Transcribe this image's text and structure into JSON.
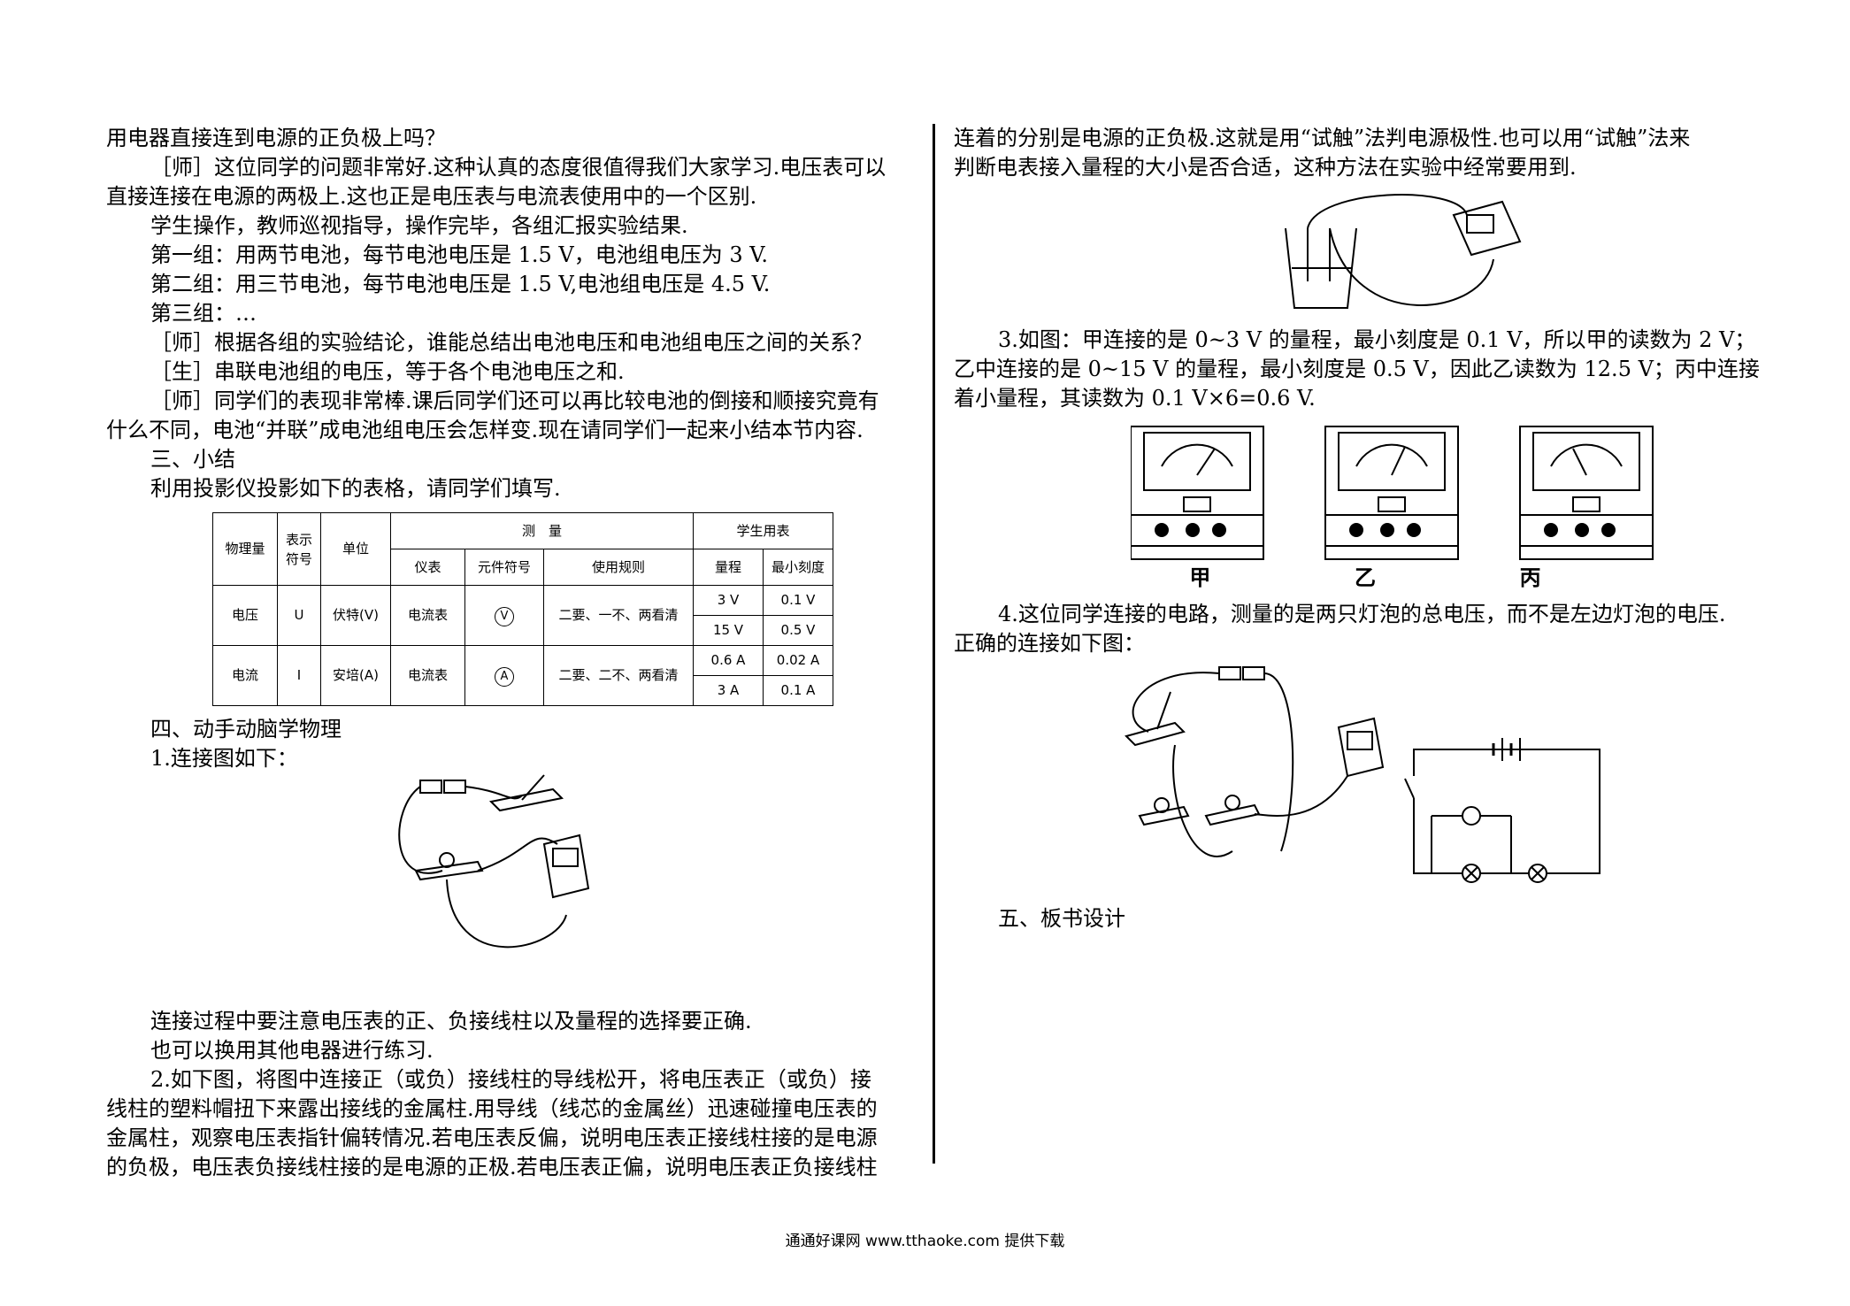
{
  "left": {
    "lines": [
      "用电器直接连到电源的正负极上吗？",
      "［师］这位同学的问题非常好.这种认真的态度很值得我们大家学习.电压表可以",
      "直接连接在电源的两极上.这也正是电压表与电流表使用中的一个区别.",
      "学生操作，教师巡视指导，操作完毕，各组汇报实验结果.",
      "第一组：用两节电池，每节电池电压是 1.5 V，电池组电压为 3 V.",
      "第二组：用三节电池，每节电池电压是 1.5 V,电池组电压是 4.5 V.",
      "第三组：…",
      "［师］根据各组的实验结论，谁能总结出电池电压和电池组电压之间的关系？",
      "［生］串联电池组的电压，等于各个电池电压之和.",
      "［师］同学们的表现非常棒.课后同学们还可以再比较电池的倒接和顺接究竟有",
      "什么不同，电池“并联”成电池组电压会怎样变.现在请同学们一起来小结本节内容.",
      "三、小结",
      "利用投影仪投影如下的表格，请同学们填写."
    ],
    "table": {
      "h_quantity": "物理量",
      "h_symbol": "表示符号",
      "h_unit": "单位",
      "h_measure": "测　量",
      "h_student_meter": "学生用表",
      "h_instrument": "仪表",
      "h_component_symbol": "元件符号",
      "h_rules": "使用规则",
      "h_range": "量程",
      "h_min_division": "最小刻度",
      "rows": [
        {
          "quantity": "电压",
          "symbol": "U",
          "unit": "伏特(V)",
          "instrument": "电流表",
          "component": "V",
          "rules": "二要、一不、两看清",
          "ranges": [
            [
              "3 V",
              "0.1 V"
            ],
            [
              "15 V",
              "0.5 V"
            ]
          ]
        },
        {
          "quantity": "电流",
          "symbol": "I",
          "unit": "安培(A)",
          "instrument": "电流表",
          "component": "A",
          "rules": "二要、二不、两看清",
          "ranges": [
            [
              "0.6 A",
              "0.02 A"
            ],
            [
              "3 A",
              "0.1 A"
            ]
          ]
        }
      ]
    },
    "section4": "四、动手动脑学物理",
    "item1": "1.连接图如下：",
    "after_fig": [
      "连接过程中要注意电压表的正、负接线柱以及量程的选择要正确.",
      "也可以换用其他电器进行练习.",
      "2.如下图，将图中连接正（或负）接线柱的导线松开，将电压表正（或负）接",
      "线柱的塑料帽扭下来露出接线的金属柱.用导线（线芯的金属丝）迅速碰撞电压表的",
      "金属柱，观察电压表指针偏转情况.若电压表反偏，说明电压表正接线柱接的是电源",
      "的负极，电压表负接线柱接的是电源的正极.若电压表正偏，说明电压表正负接线柱"
    ]
  },
  "right": {
    "top_lines": [
      "连着的分别是电源的正负极.这就是用“试触”法判电源极性.也可以用“试触”法来",
      "判断电表接入量程的大小是否合适，这种方法在实验中经常要用到."
    ],
    "item3": [
      "3.如图：甲连接的是 0~3 V 的量程，最小刻度是 0.1 V，所以甲的读数为 2 V；",
      "乙中连接的是 0~15 V 的量程，最小刻度是 0.5 V，因此乙读数为 12.5 V；丙中连接",
      "着小量程，其读数为 0.1 V×6=0.6 V."
    ],
    "meter_labels": [
      "甲",
      "乙",
      "丙"
    ],
    "item4": [
      "4.这位同学连接的电路，测量的是两只灯泡的总电压，而不是左边灯泡的电压.",
      "正确的连接如下图："
    ],
    "section5": "五、板书设计"
  },
  "footer": "通通好课网  www.tthaoke.com  提供下载"
}
